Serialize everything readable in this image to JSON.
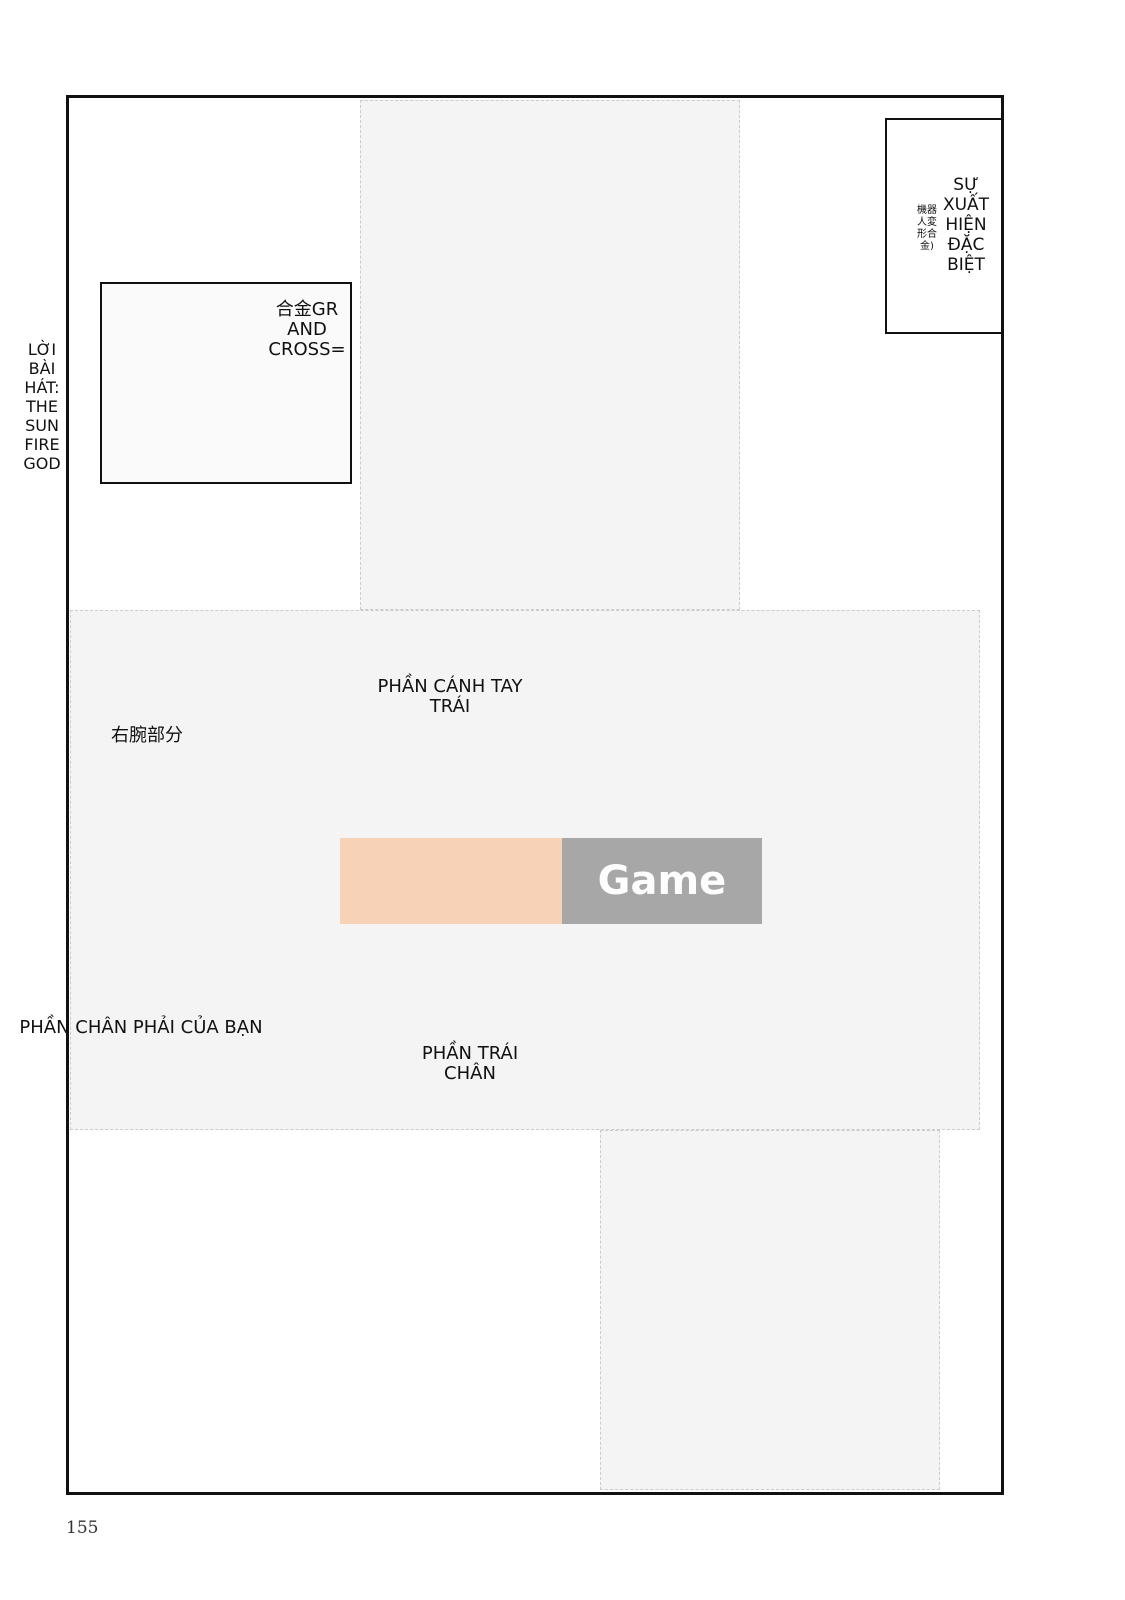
{
  "labels": {
    "lyrics": "LỜI BÀI HÁT: THE SUN FIRE GOD",
    "inset_caption": "合金GR AND CROSS=",
    "special_appearance": "SỰ XUẤT HIỆN ĐẶC BIỆT",
    "special_appearance_jp": "機器人変形合金)",
    "left_arm": "PHẦN CÁNH TAY TRÁI",
    "right_arm_jp": "右腕部分",
    "right_leg": "PHẦN CHÂN PHẢI CỦA BẠN",
    "left_leg": "PHẦN TRÁI CHÂN"
  },
  "watermark": {
    "text": "Game"
  },
  "page_number": "155"
}
